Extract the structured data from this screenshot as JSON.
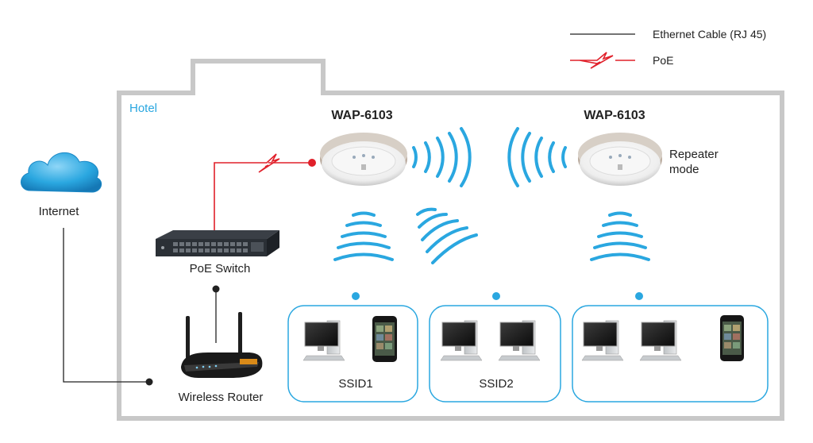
{
  "legend": {
    "ethernet_label": "Ethernet Cable (RJ 45)",
    "poe_label": "PoE"
  },
  "building": {
    "label": "Hotel"
  },
  "internet": {
    "label": "Internet"
  },
  "poe_switch": {
    "label": "PoE Switch"
  },
  "router": {
    "label": "Wireless Router"
  },
  "access_points": [
    {
      "label": "WAP-6103"
    },
    {
      "label": "WAP-6103",
      "mode": "Repeater mode"
    }
  ],
  "ssid_groups": [
    {
      "label": "SSID1"
    },
    {
      "label": "SSID2"
    },
    {
      "label": ""
    }
  ],
  "colors": {
    "wifi": "#2aa7e0",
    "poe": "#e0202a",
    "wall": "#c8c8c8",
    "cloud": "#2aa7e0"
  }
}
